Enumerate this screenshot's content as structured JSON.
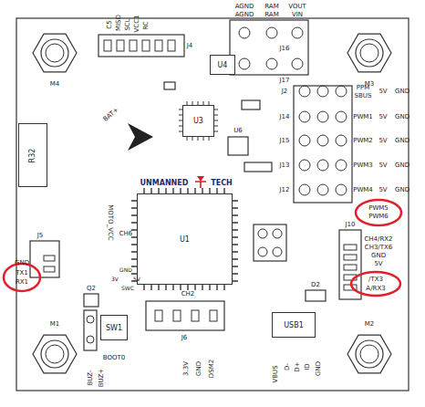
{
  "diagram": {
    "nodes": [
      {
        "text": [
          "U4"
        ]
      },
      {
        "text": [
          "U3"
        ]
      },
      {
        "text": [
          "R32"
        ]
      },
      {
        "text": [
          "U1"
        ]
      },
      {
        "text": [
          "SW1"
        ]
      },
      {
        "text": [
          "USB1"
        ]
      }
    ],
    "labels": [
      "C5",
      "MISO",
      "SCL",
      "VCC1",
      "RC",
      "J4",
      "AGND",
      "AGND",
      "RAM",
      "RAM",
      "VOUT",
      "VIN",
      "J16",
      "J17",
      "M4",
      "M3",
      "M1",
      "M2",
      "BAT+",
      "PPM",
      "SBUS",
      "5V",
      "GND",
      "PWM1",
      "5V",
      "GND",
      "PWM2",
      "5V",
      "GND",
      "PWM3",
      "5V",
      "GND",
      "PWM4",
      "5V",
      "GND",
      "J2",
      "J14",
      "J15",
      "J13",
      "J12",
      "UNMANNED",
      "TECH",
      "MOTO_VCC",
      "CH6",
      "PWM5",
      "PWM6",
      "J10",
      "CH4/RX2",
      "CH3/TX6",
      "GND",
      "5V",
      "/TX3",
      "A/RX3",
      "J5",
      "GND",
      "TX1",
      "RX1",
      "GND",
      "3V",
      "5V",
      "SWC",
      "CH2",
      "Q2",
      "D2",
      "J6",
      "BOOT0",
      "BUZ-",
      "BUZ+",
      "3.3V",
      "GND",
      "DSM2",
      "VBUS",
      "D-",
      "D+",
      "ID",
      "GND",
      "U6"
    ]
  }
}
